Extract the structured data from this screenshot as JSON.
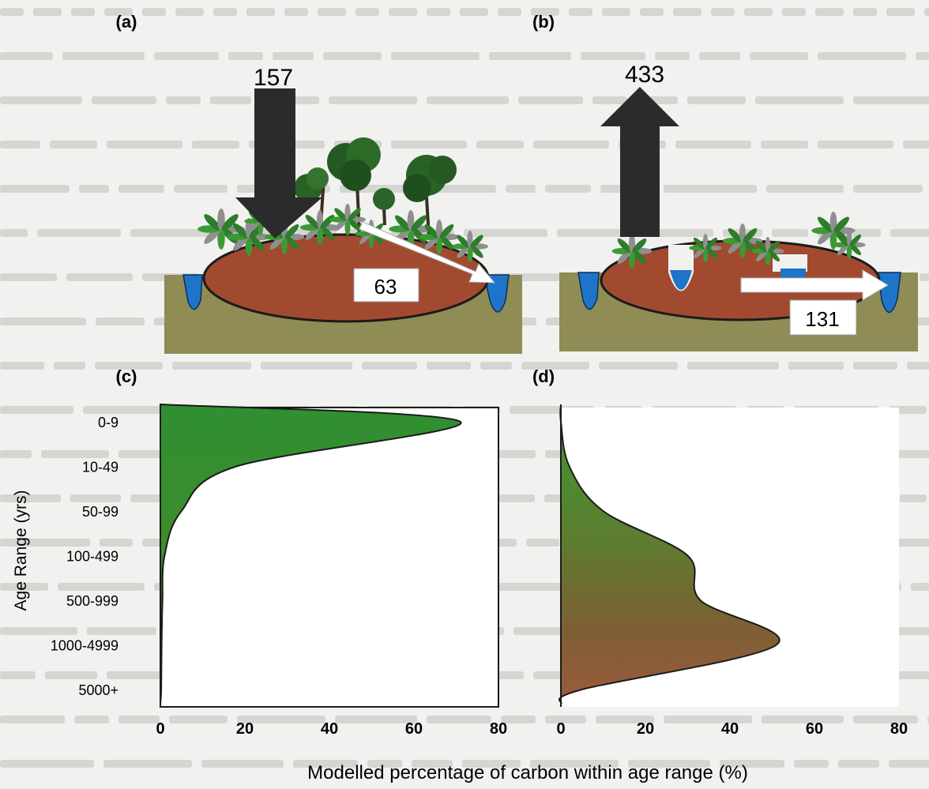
{
  "panels": {
    "a": {
      "label": "(a)",
      "down_arrow_value": "157",
      "lateral_arrow_value": "63"
    },
    "b": {
      "label": "(b)",
      "up_arrow_value": "433",
      "lateral_arrow_value": "131"
    },
    "c": {
      "label": "(c)"
    },
    "d": {
      "label": "(d)"
    }
  },
  "colors": {
    "arrow_dark": "#2b2b2b",
    "arrow_light": "#ffffff",
    "soil": "#a24a30",
    "water": "#1e74c8",
    "ground": "#8f8c55",
    "vegetation": "#2f6f2a",
    "curve_green": "#2f8c2f",
    "curve_brown": "#9a5a3a"
  },
  "chart_data": [
    {
      "panel": "(c)",
      "type": "area",
      "orientation": "horizontal",
      "ylabel": "Age Range (yrs)",
      "xlabel": "Modelled percentage of carbon within age range (%)",
      "categories": [
        "0-9",
        "10-49",
        "50-99",
        "100-499",
        "500-999",
        "1000-4999",
        "5000+"
      ],
      "xticks": [
        "0",
        "20",
        "40",
        "60",
        "80"
      ],
      "xlim": [
        0,
        80
      ],
      "values": [
        71,
        18,
        5,
        1,
        0.5,
        0.3,
        0.2
      ]
    },
    {
      "panel": "(d)",
      "type": "area",
      "orientation": "horizontal",
      "xticks": [
        "0",
        "20",
        "40",
        "60",
        "80"
      ],
      "xlim": [
        0,
        80
      ],
      "values": [
        0,
        2,
        10,
        30,
        33,
        51,
        5
      ]
    }
  ]
}
